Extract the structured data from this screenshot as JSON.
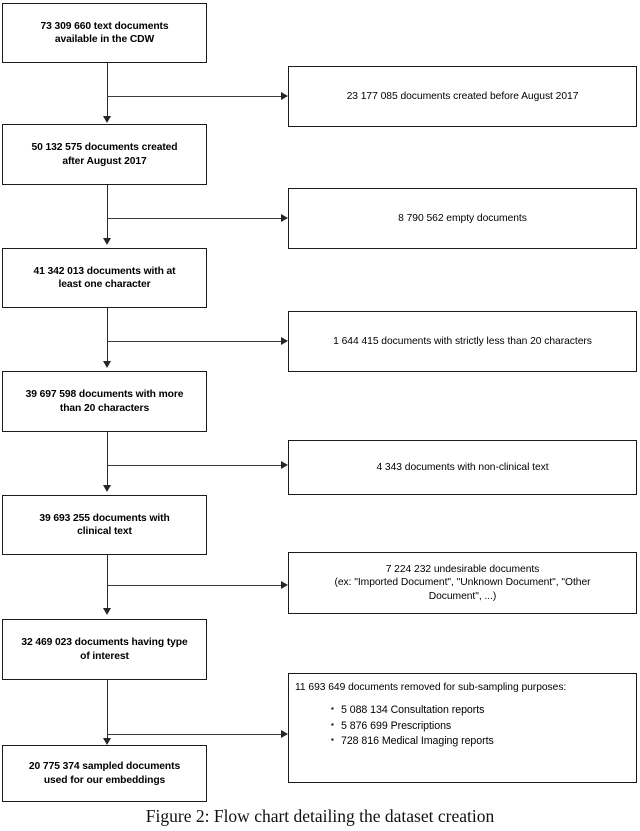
{
  "figure": {
    "caption": "Figure 2: Flow chart detailing the dataset creation",
    "colors": {
      "box_border": "#1a1a1a",
      "connector": "#262626",
      "background": "#ffffff",
      "text": "#000000"
    }
  },
  "chart_data": {
    "type": "diagram",
    "title": "Figure 2: Flow chart detailing the dataset creation",
    "diagram_kind": "flow-chart",
    "flow": [
      {
        "step": 1,
        "label": "73 309 660 text documents available in the CDW",
        "count": 73309660
      },
      {
        "step": 2,
        "label": "50 132 575 documents created after August 2017",
        "count": 50132575
      },
      {
        "step": 3,
        "label": "41 342 013 documents with at least one character",
        "count": 41342013
      },
      {
        "step": 4,
        "label": "39 697 598 documents with more than 20 characters",
        "count": 39697598
      },
      {
        "step": 5,
        "label": "39 693 255 documents with clinical text",
        "count": 39693255
      },
      {
        "step": 6,
        "label": "32 469 023 documents having type of interest",
        "count": 32469023
      },
      {
        "step": 7,
        "label": "20 775 374 sampled documents used for our embeddings",
        "count": 20775374
      }
    ],
    "exclusions": [
      {
        "after_step": 1,
        "label": "23 177 085 documents created before August 2017",
        "count": 23177085
      },
      {
        "after_step": 2,
        "label": "8 790 562 empty documents",
        "count": 8790562
      },
      {
        "after_step": 3,
        "label": "1 644 415 documents with strictly less than 20 characters",
        "count": 1644415
      },
      {
        "after_step": 4,
        "label": "4 343 documents with non-clinical text",
        "count": 4343
      },
      {
        "after_step": 5,
        "label": "7 224 232 undesirable documents (ex: \"Imported Document\", \"Unknown Document\", \"Other Document\", ...)",
        "count": 7224232
      },
      {
        "after_step": 6,
        "label": "11 693 649 documents removed for sub-sampling purposes:",
        "count": 11693649,
        "items": [
          {
            "label": "5 088 134 Consultation reports",
            "count": 5088134
          },
          {
            "label": "5 876 699 Prescriptions",
            "count": 5876699
          },
          {
            "label": "728 816 Medical Imaging reports",
            "count": 728816
          }
        ]
      }
    ]
  },
  "nodes": {
    "n1_line1": "73 309 660 text documents",
    "n1_line2": "available in the CDW",
    "n2_line1": "50 132 575 documents created",
    "n2_line2": "after August 2017",
    "n3_line1": "41 342 013 documents with at",
    "n3_line2": "least one character",
    "n4_line1": "39 697 598 documents with more",
    "n4_line2": "than 20 characters",
    "n5_line1": "39 693 255 documents with",
    "n5_line2": "clinical text",
    "n6_line1": "32 469 023 documents having type",
    "n6_line2": "of interest",
    "n7_line1": "20 775 374 sampled documents",
    "n7_line2": "used for our embeddings"
  },
  "side_nodes": {
    "s1": "23 177 085 documents created before August 2017",
    "s2": "8 790 562 empty documents",
    "s3": "1 644 415 documents with strictly less than 20 characters",
    "s4": "4 343 documents with non-clinical text",
    "s5_line1": "7 224 232 undesirable documents",
    "s5_line2": "(ex: \"Imported Document\", \"Unknown Document\", \"Other",
    "s5_line3": "Document\", ...)",
    "s6_head": "11 693 649 documents removed for sub-sampling purposes:",
    "s6_items": [
      "5 088 134 Consultation reports",
      "5 876 699 Prescriptions",
      "728 816 Medical Imaging reports"
    ]
  }
}
